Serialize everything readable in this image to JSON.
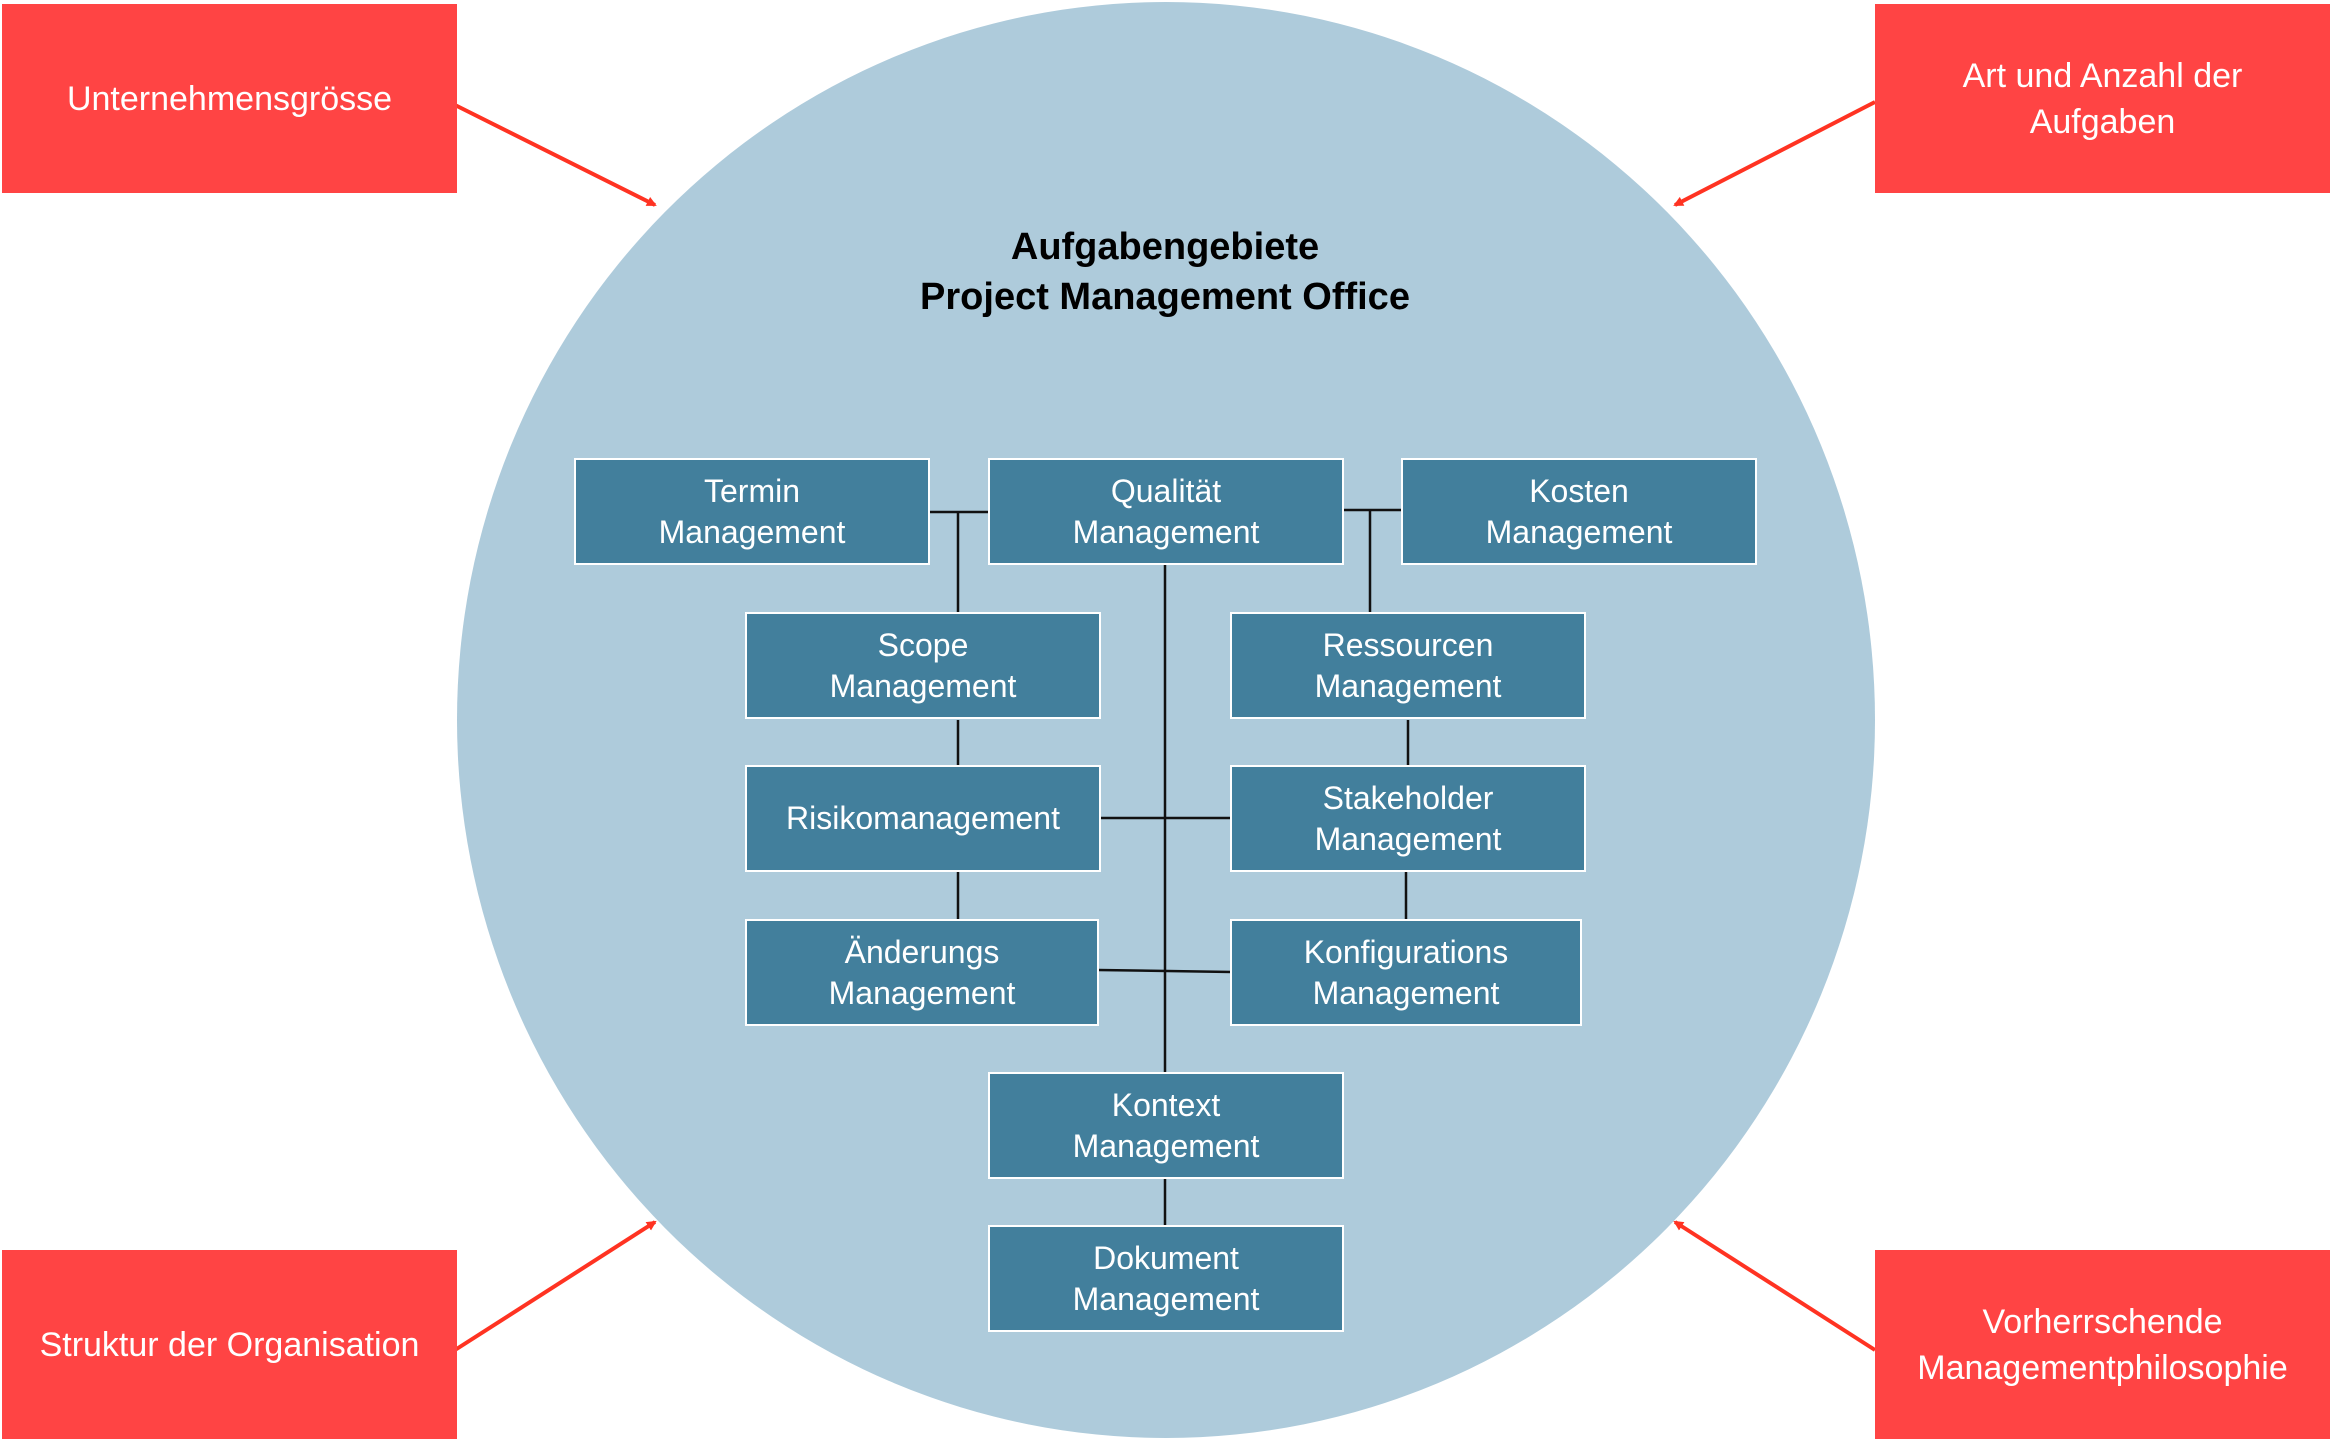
{
  "title": {
    "line1": "Aufgabengebiete",
    "line2": "Project Management Office"
  },
  "areas": {
    "termin": {
      "line1": "Termin",
      "line2": "Management"
    },
    "qualitaet": {
      "line1": "Qualität",
      "line2": "Management"
    },
    "kosten": {
      "line1": "Kosten",
      "line2": "Management"
    },
    "scope": {
      "line1": "Scope",
      "line2": "Management"
    },
    "ressourcen": {
      "line1": "Ressourcen",
      "line2": "Management"
    },
    "risiko": {
      "line1": "Risikomanagement"
    },
    "stakeholder": {
      "line1": "Stakeholder",
      "line2": "Management"
    },
    "aenderungs": {
      "line1": "Änderungs",
      "line2": "Management"
    },
    "konfigurations": {
      "line1": "Konfigurations",
      "line2": "Management"
    },
    "kontext": {
      "line1": "Kontext",
      "line2": "Management"
    },
    "dokument": {
      "line1": "Dokument",
      "line2": "Management"
    }
  },
  "factors": {
    "top_left": {
      "line1": "Unternehmensgrösse"
    },
    "top_right": {
      "line1": "Art und Anzahl der",
      "line2": "Aufgaben"
    },
    "bottom_left": {
      "line1": "Struktur der Organisation"
    },
    "bottom_right": {
      "line1": "Vorherrschende",
      "line2": "Managementphilosophie"
    }
  },
  "colors": {
    "circle": "#aecbdb",
    "box": "#427f9c",
    "factor": "#ff4444",
    "arrow": "#ff3322"
  }
}
